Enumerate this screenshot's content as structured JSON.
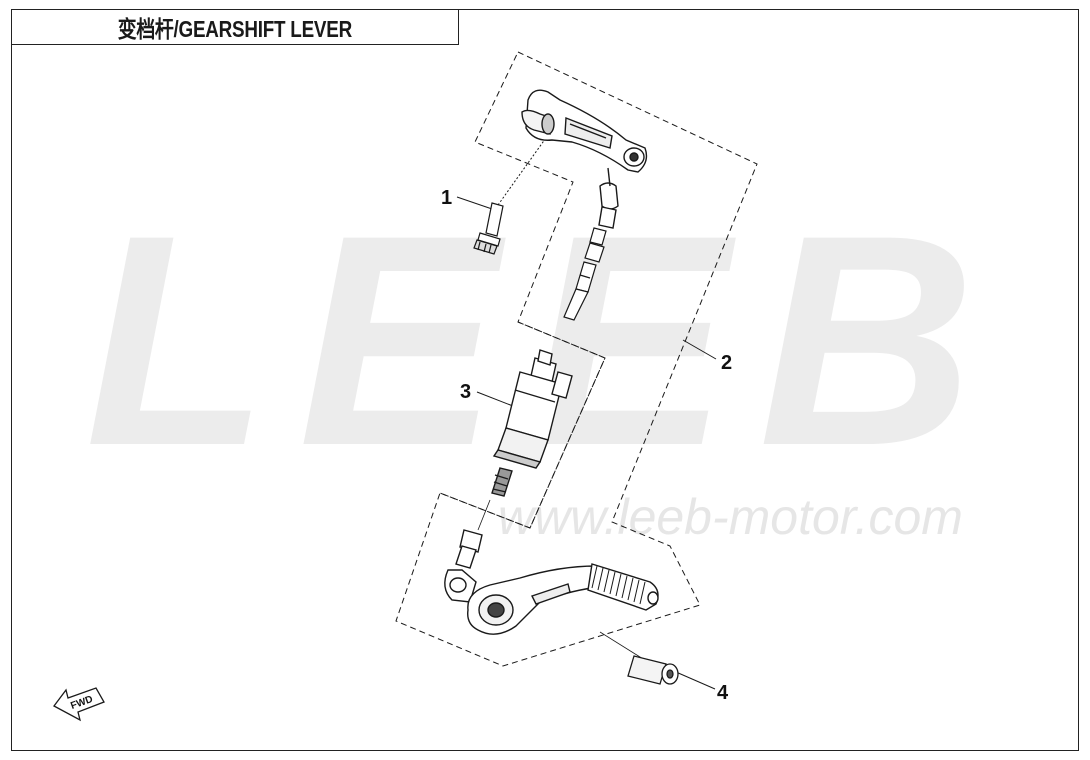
{
  "title": "变档杆/GEARSHIFT LEVER",
  "watermark": {
    "logo_text": "LEEB",
    "url": "www.leeb-motor.com"
  },
  "callouts": {
    "c1": "1",
    "c2": "2",
    "c3": "3",
    "c4": "4"
  },
  "fwd_marker": "FWD",
  "colors": {
    "line": "#1a1a1a",
    "watermark": "#ececec"
  }
}
